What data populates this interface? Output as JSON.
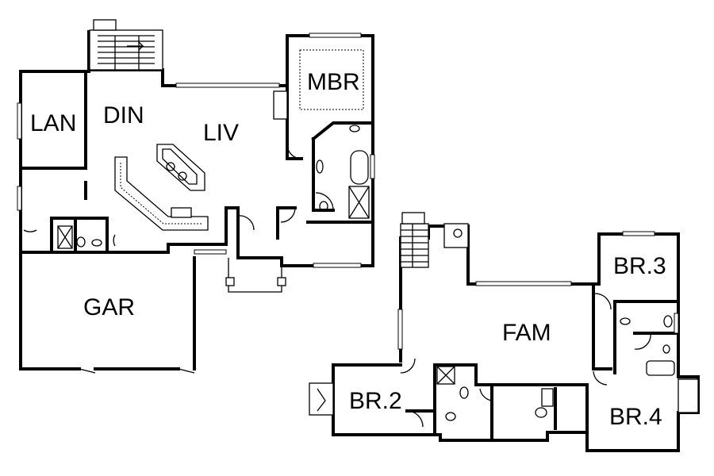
{
  "rooms": {
    "lan": "LAN",
    "din": "DIN",
    "liv": "LIV",
    "mbr": "MBR",
    "gar": "GAR",
    "fam": "FAM",
    "br2": "BR.2",
    "br3": "BR.3",
    "br4": "BR.4"
  },
  "colors": {
    "line": "#000000",
    "background": "#ffffff"
  }
}
